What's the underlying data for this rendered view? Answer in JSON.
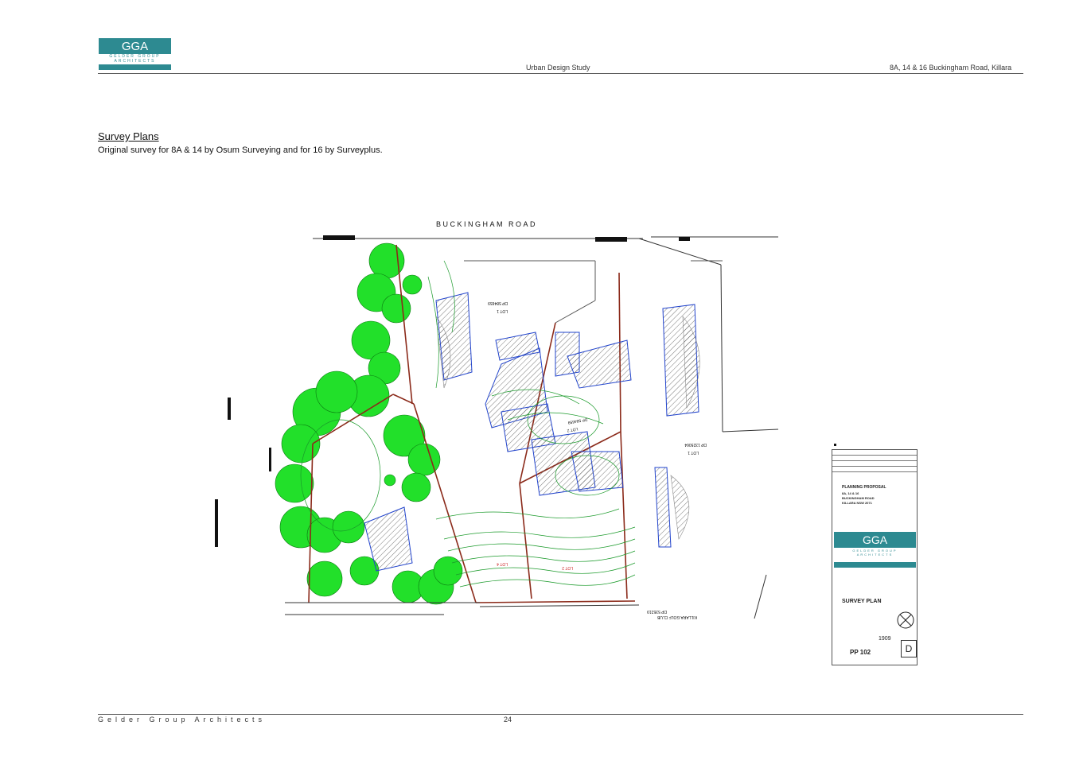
{
  "header": {
    "logo_text": "GGA",
    "logo_sub": "GELDER GROUP ARCHITECTS",
    "center": "Urban Design Study",
    "right": "8A, 14 & 16 Buckingham Road, Killara"
  },
  "section": {
    "title": "Survey Plans",
    "subtitle": "Original survey for 8A & 14 by Osum Surveying and for 16 by Surveyplus."
  },
  "plan": {
    "road_label": "BUCKINGHAM ROAD",
    "lot_labels": [
      "LOT 1",
      "DP 584659",
      "LOT 2",
      "DP 584659",
      "LOT 1",
      "DP 1325064",
      "LOT 4",
      "LOT 2",
      "KILLARA GOLF CLUB",
      "DP 535219"
    ]
  },
  "title_block": {
    "project_heading": "PLANNING PROPOSAL",
    "project_lines": [
      "8A, 14 & 16",
      "BUCKINGHAM ROAD",
      "KILLARA NSW 2071"
    ],
    "logo_text": "GGA",
    "logo_sub": "GELDER GROUP ARCHITECTS",
    "drawing_title": "SURVEY PLAN",
    "job_number": "1909",
    "drawing_number": "PP 102",
    "revision": "D"
  },
  "footer": {
    "left": "Gelder Group Architects",
    "page": "24"
  },
  "colors": {
    "brand": "#2d8a91",
    "tree_green": "#22e02a",
    "contour_green": "#1a9a2a",
    "boundary_red": "#cc2222",
    "building_blue": "#2244cc"
  }
}
